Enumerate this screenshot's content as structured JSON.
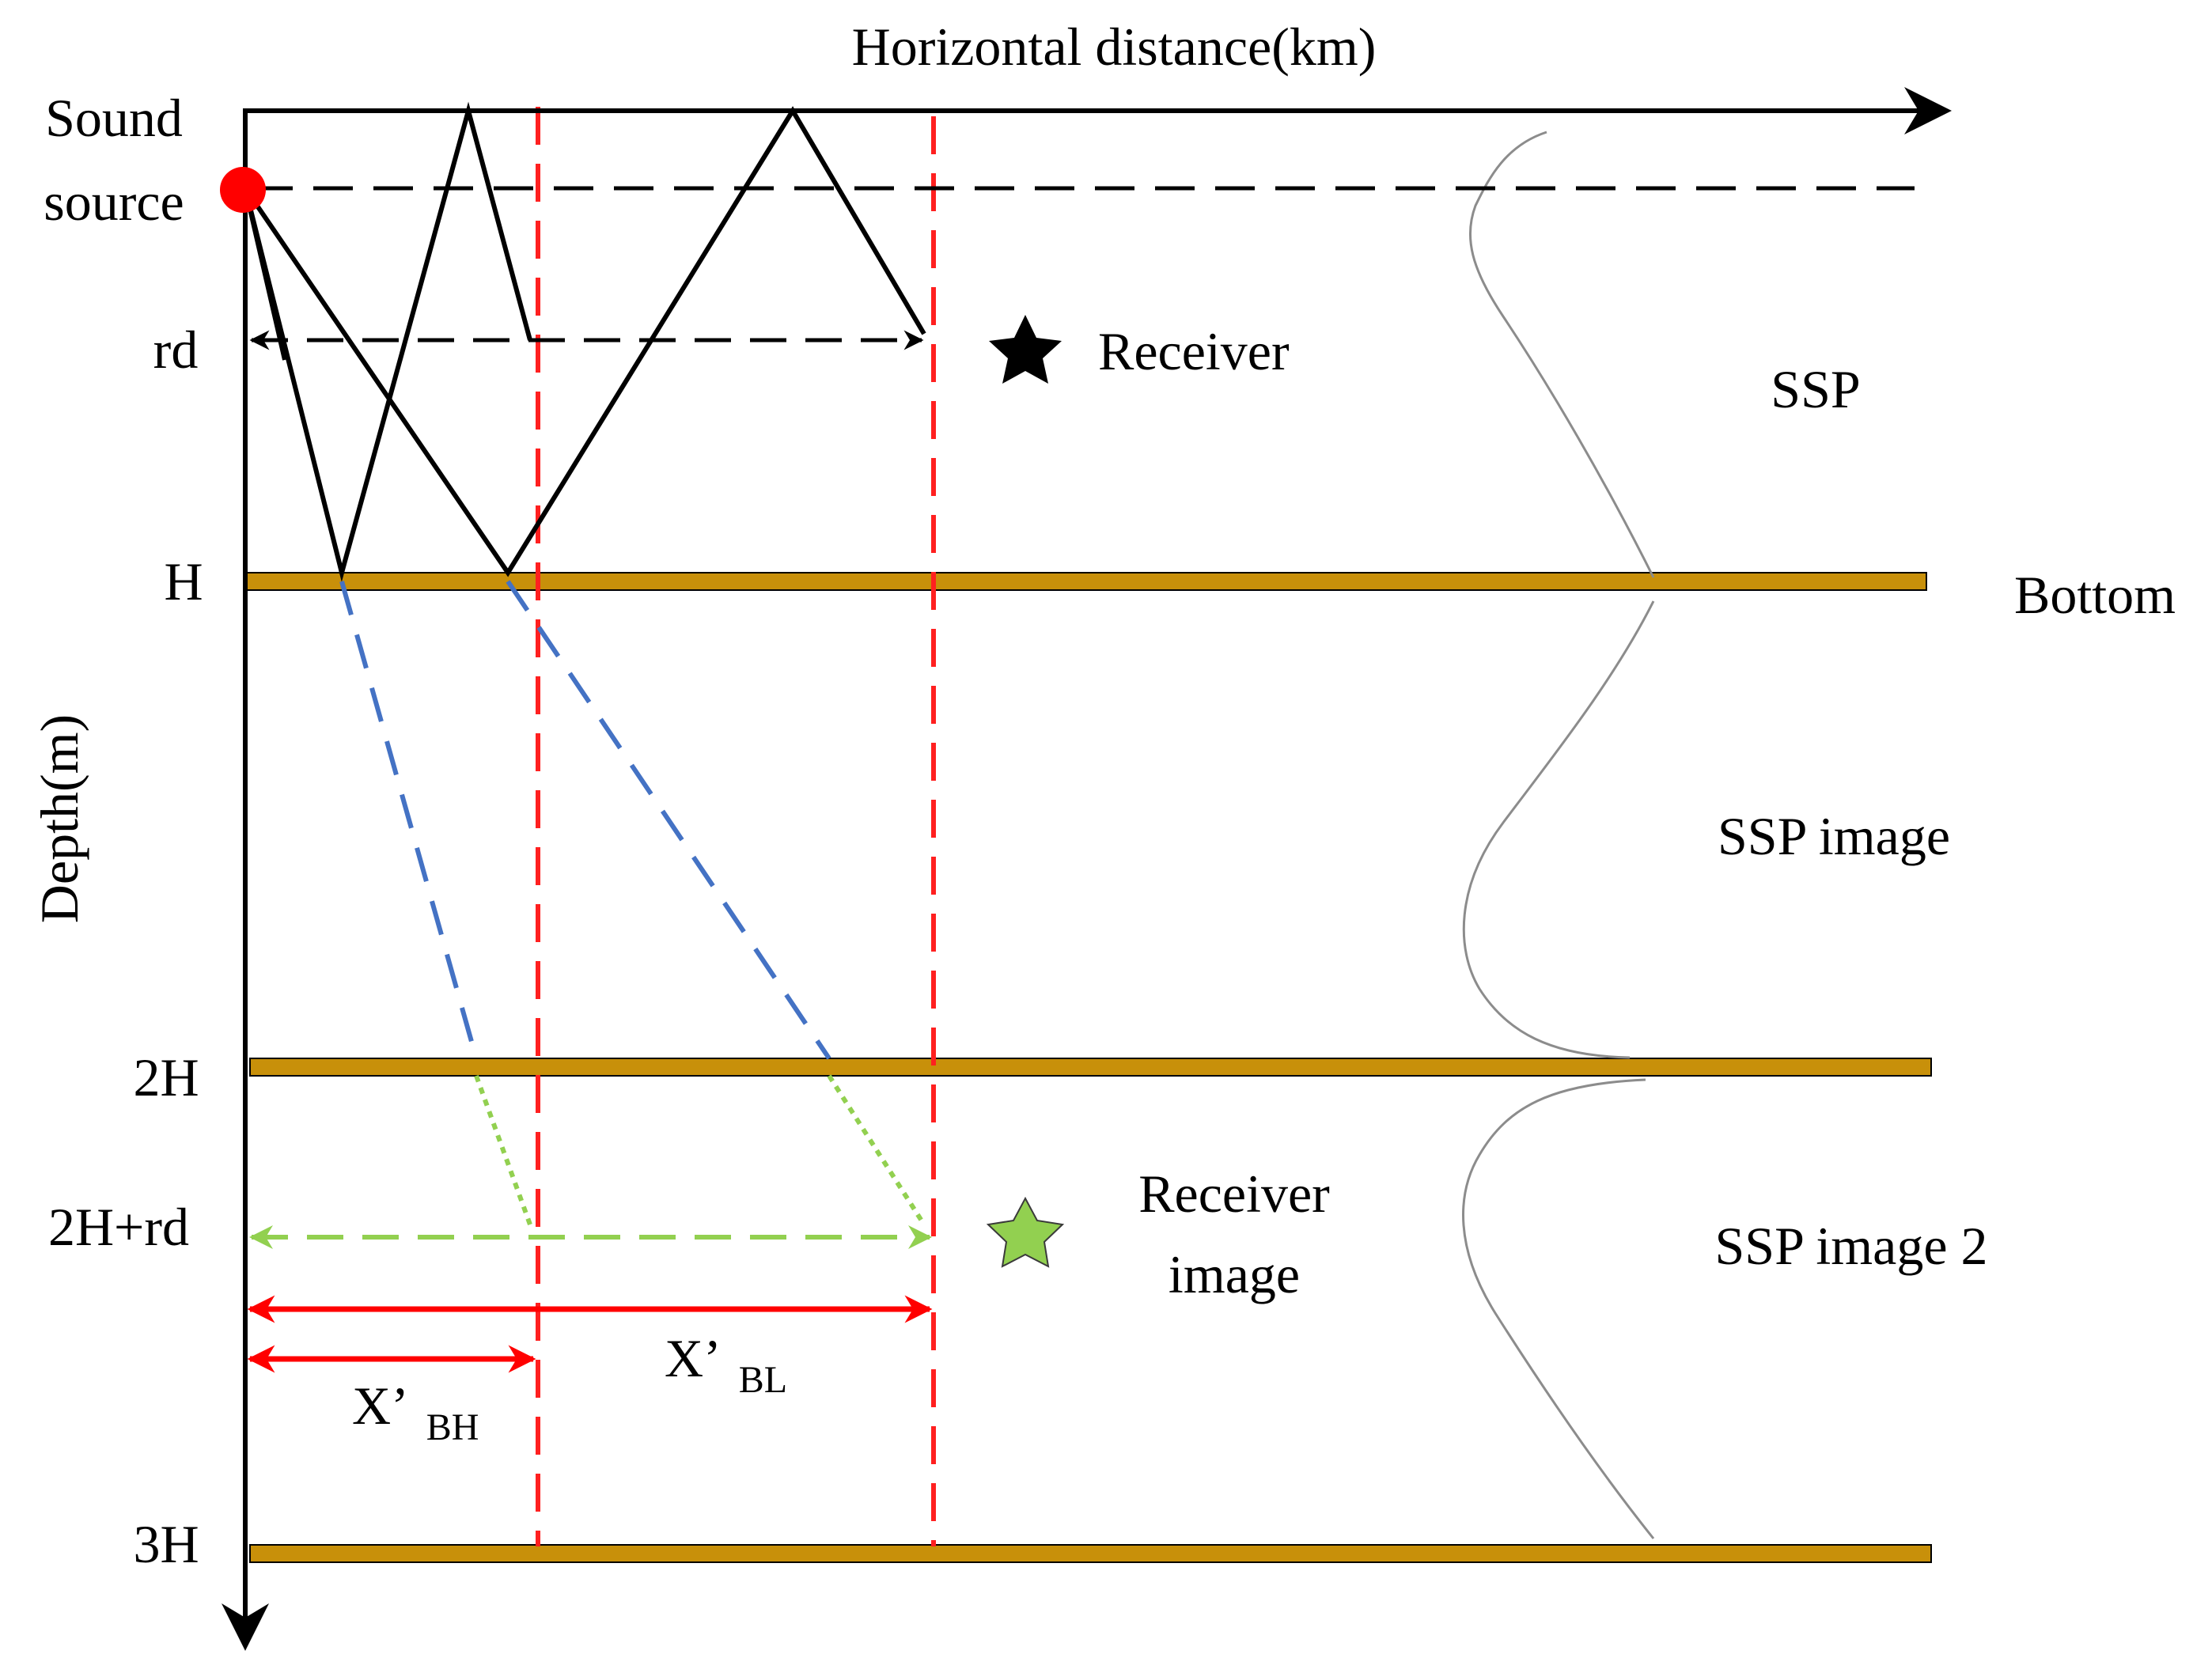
{
  "axes": {
    "x_label": "Horizontal distance(km)",
    "y_label": "Depth(m)"
  },
  "source": {
    "label_line1": "Sound",
    "label_line2": "source"
  },
  "depth_ticks": {
    "rd": "rd",
    "H": "H",
    "two_H": "2H",
    "two_H_rd": "2H+rd",
    "three_H": "3H"
  },
  "labels": {
    "receiver": "Receiver",
    "receiver_image_line1": "Receiver",
    "receiver_image_line2": "image",
    "ssp": "SSP",
    "bottom": "Bottom",
    "ssp_image": "SSP image",
    "ssp_image_2": "SSP image 2",
    "x_bh_main": "X’",
    "x_bh_sub": "BH",
    "x_bl_main": "X’",
    "x_bl_sub": "BL"
  },
  "colors": {
    "axis": "#000000",
    "layer": "#c8900a",
    "source_dot": "#ff0000",
    "guide": "#ff2020",
    "image_ray": "#4472c4",
    "image_path": "#92d050",
    "distance": "#ff0000",
    "ssp_curve": "#8c8c8c"
  }
}
